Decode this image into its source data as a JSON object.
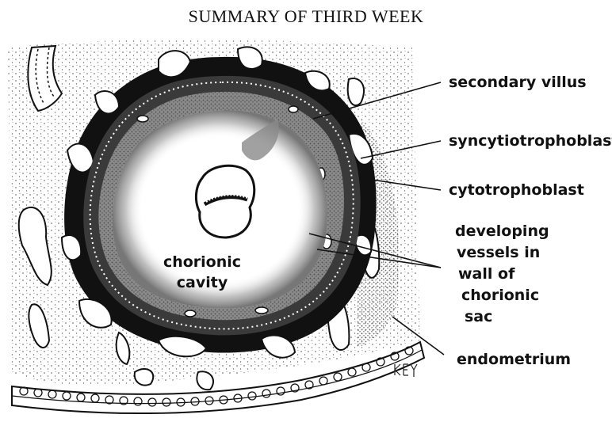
{
  "title": "SUMMARY OF THIRD WEEK",
  "labels": {
    "secondary_villus": "secondary villus",
    "syncytiotrophoblast": "syncytiotrophoblast",
    "cytotrophoblast": "cytotrophoblast",
    "vessels_line1": "developing",
    "vessels_line2": "vessels in",
    "vessels_line3": "wall of",
    "vessels_line4": "chorionic",
    "vessels_line5": "sac",
    "endometrium": "endometrium",
    "cavity_line1": "chorionic",
    "cavity_line2": "cavity"
  },
  "signature": "KEY"
}
